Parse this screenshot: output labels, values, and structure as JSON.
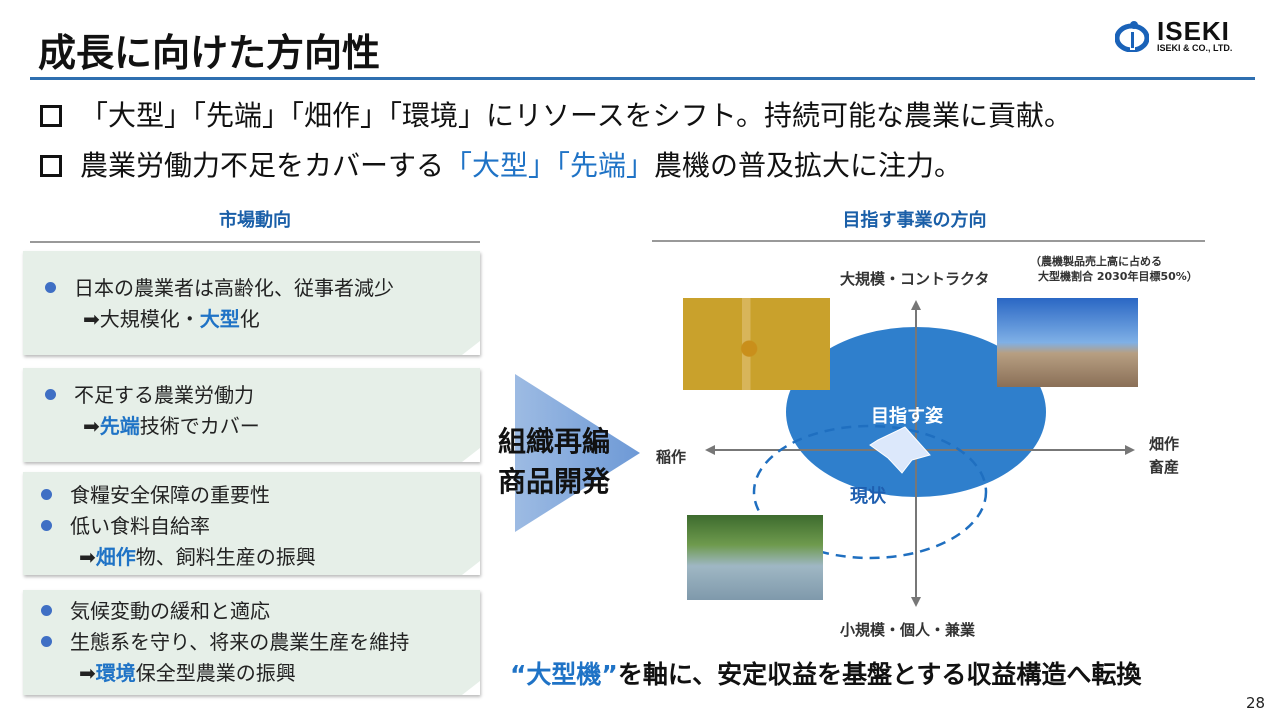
{
  "title": "成長に向けた方向性",
  "logo": {
    "name": "ISEKI",
    "sub": "ISEKI & CO., LTD."
  },
  "bullets": [
    {
      "text": "「大型」「先端」「畑作」「環境」にリソースをシフト。持続可能な農業に貢献。"
    },
    {
      "pre": "農業労働力不足をカバーする",
      "em": "「大型」「先端」",
      "post": "農機の普及拡大に注力。"
    }
  ],
  "left": {
    "header": "市場動向",
    "boxes": [
      {
        "items": [
          "日本の農業者は高齢化、従事者減少"
        ],
        "arrow": "➡",
        "pre": "大規模化・",
        "em": "大型",
        "post": "化"
      },
      {
        "items": [
          "不足する農業労働力"
        ],
        "arrow": "➡",
        "pre": "",
        "em": "先端",
        "post": "技術でカバー"
      },
      {
        "items": [
          "食糧安全保障の重要性",
          "低い食料自給率"
        ],
        "arrow": "➡",
        "pre": "",
        "em": "畑作",
        "post": "物、飼料生産の振興"
      },
      {
        "items": [
          "気候変動の緩和と適応",
          "生態系を守り、将来の農業生産を維持"
        ],
        "arrow": "➡",
        "pre": "",
        "em": "環境",
        "post": "保全型農業の振興"
      }
    ]
  },
  "middle": {
    "line1": "組織再編",
    "line2": "商品開発"
  },
  "right": {
    "header": "目指す事業の方向",
    "note1": "（農機製品売上高に占める",
    "note2": "大型機割合 2030年目標50%）",
    "axis_top": "大規模・コントラクタ",
    "axis_bottom": "小規模・個人・兼業",
    "axis_left": "稲作",
    "axis_right1": "畑作",
    "axis_right2": "畜産",
    "target": "目指す姿",
    "current": "現状"
  },
  "tagline": {
    "em": "“大型機”",
    "post": "を軸に、安定収益を基盤とする収益構造へ転換"
  },
  "page": "28",
  "colors": {
    "accent": "#1f73c6",
    "ellipse": "#2f7fcc",
    "rule": "#2e6fb0"
  }
}
